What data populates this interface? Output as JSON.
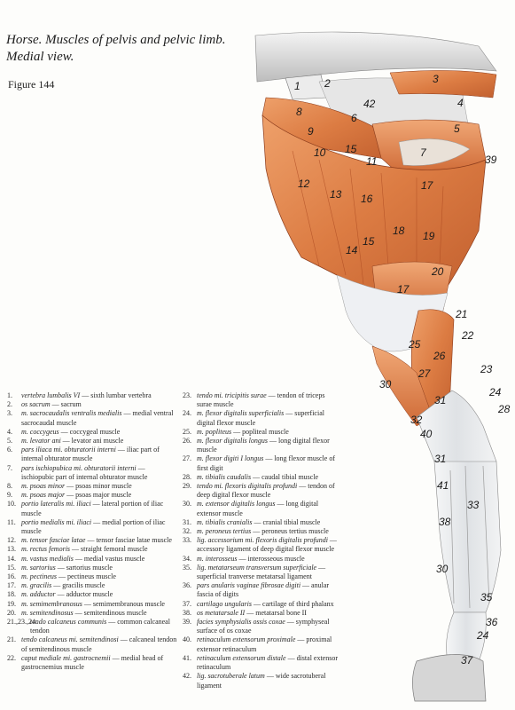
{
  "header": {
    "title_line1": "Horse. Muscles of pelvis and pelvic limb.",
    "title_line2": "Medial view.",
    "figure": "Figure 144"
  },
  "illustration": {
    "labels": [
      "1",
      "2",
      "3",
      "4",
      "42",
      "8",
      "6",
      "5",
      "9",
      "15",
      "10",
      "11",
      "7",
      "39",
      "12",
      "13",
      "16",
      "17",
      "15",
      "18",
      "19",
      "14",
      "20",
      "17",
      "21",
      "22",
      "25",
      "26",
      "23",
      "27",
      "24",
      "30",
      "31",
      "28",
      "32",
      "40",
      "31",
      "41",
      "33",
      "38",
      "30",
      "35",
      "36",
      "24",
      "37"
    ]
  },
  "legend": {
    "left": [
      {
        "num": "1.",
        "lat": "vertebra lumbalis VI",
        "en": "sixth lumbar vertebra"
      },
      {
        "num": "2.",
        "lat": "os sacrum",
        "en": "sacrum"
      },
      {
        "num": "3.",
        "lat": "m. sacrocaudalis ventralis medialis",
        "en": "medial ventral sacrocaudal muscle"
      },
      {
        "num": "4.",
        "lat": "m. coccygeus",
        "en": "coccygeal muscle"
      },
      {
        "num": "5.",
        "lat": "m. levator ani",
        "en": "levator ani muscle"
      },
      {
        "num": "6.",
        "lat": "pars iliaca mi. obturatorii interni",
        "en": "iliac part of internal obturator muscle"
      },
      {
        "num": "7.",
        "lat": "pars ischiopubica mi. obturatorii interni",
        "en": "ischiopubic part of internal obturator muscle"
      },
      {
        "num": "8.",
        "lat": "m. psoas minor",
        "en": "psoas minor muscle"
      },
      {
        "num": "9.",
        "lat": "m. psoas major",
        "en": "psoas major muscle"
      },
      {
        "num": "10.",
        "lat": "portio lateralis mi. iliaci",
        "en": "lateral portion of iliac muscle"
      },
      {
        "num": "11.",
        "lat": "portio medialis mi. iliaci",
        "en": "medial portion of iliac muscle"
      },
      {
        "num": "12.",
        "lat": "m. tensor fasciae latae",
        "en": "tensor fasciae latae muscle"
      },
      {
        "num": "13.",
        "lat": "m. rectus femoris",
        "en": "straight femoral muscle"
      },
      {
        "num": "14.",
        "lat": "m. vastus medialis",
        "en": "medial vastus muscle"
      },
      {
        "num": "15.",
        "lat": "m. sartorius",
        "en": "sartorius muscle"
      },
      {
        "num": "16.",
        "lat": "m. pectineus",
        "en": "pectineus muscle"
      },
      {
        "num": "17.",
        "lat": "m. gracilis",
        "en": "gracilis muscle"
      },
      {
        "num": "18.",
        "lat": "m. adductor",
        "en": "adductor muscle"
      },
      {
        "num": "19.",
        "lat": "m. semimembranosus",
        "en": "semimembranous muscle"
      },
      {
        "num": "20.",
        "lat": "m. semitendinosus",
        "en": "semitendinous muscle"
      },
      {
        "num": "21.,23.,24.",
        "lat": "tendo calcaneus communis",
        "en": "common calcaneal tendon"
      },
      {
        "num": "21.",
        "lat": "tendo calcaneus mi. semitendinosi",
        "en": "calcaneal tendon of semitendinous muscle"
      },
      {
        "num": "22.",
        "lat": "caput mediale mi. gastrocnemii",
        "en": "medial head of gastrocnemius muscle"
      }
    ],
    "right": [
      {
        "num": "23.",
        "lat": "tendo mi. tricipitis surae",
        "en": "tendon of triceps surae muscle"
      },
      {
        "num": "24.",
        "lat": "m. flexor digitalis superficialis",
        "en": "superficial digital flexor muscle"
      },
      {
        "num": "25.",
        "lat": "m. popliteus",
        "en": "popliteal muscle"
      },
      {
        "num": "26.",
        "lat": "m. flexor digitalis longus",
        "en": "long digital flexor muscle"
      },
      {
        "num": "27.",
        "lat": "m. flexor digiti I longus",
        "en": "long flexor muscle of first digit"
      },
      {
        "num": "28.",
        "lat": "m. tibialis caudalis",
        "en": "caudal tibial muscle"
      },
      {
        "num": "29.",
        "lat": "tendo mi. flexoris digitalis profundi",
        "en": "tendon of deep digital flexor muscle"
      },
      {
        "num": "30.",
        "lat": "m. extensor digitalis longus",
        "en": "long digital extensor muscle"
      },
      {
        "num": "31.",
        "lat": "m. tibialis cranialis",
        "en": "cranial tibial muscle"
      },
      {
        "num": "32.",
        "lat": "m. peroneus tertius",
        "en": "peroneus tertius muscle"
      },
      {
        "num": "33.",
        "lat": "lig. accessorium mi. flexoris digitalis profundi",
        "en": "accessory ligament of deep digital flexor muscle"
      },
      {
        "num": "34.",
        "lat": "m. interosseus",
        "en": "interosseous muscle"
      },
      {
        "num": "35.",
        "lat": "lig. metatarseum transversum superficiale",
        "en": "superficial tranverse metatarsal ligament"
      },
      {
        "num": "36.",
        "lat": "pars anularis vaginae fibrosae digiti",
        "en": "anular fascia of digits"
      },
      {
        "num": "37.",
        "lat": "cartilago ungularis",
        "en": "cartilage of third phalanx"
      },
      {
        "num": "38.",
        "lat": "os metatarsale II",
        "en": "metatarsal bone II"
      },
      {
        "num": "39.",
        "lat": "facies symphysialis ossis coxae",
        "en": "symphyseal surface of os coxae"
      },
      {
        "num": "40.",
        "lat": "retinaculum extensorum proximale",
        "en": "proximal extensor retinaculum"
      },
      {
        "num": "41.",
        "lat": "retinaculum extensorum distale",
        "en": "distal extensor retinaculum"
      },
      {
        "num": "42.",
        "lat": "lig. sacrotuberale latum",
        "en": "wide sacrotuberal ligament"
      }
    ]
  },
  "colors": {
    "muscle": "#e0874e",
    "muscle_dark": "#b5522a",
    "tendon": "#eef0f2",
    "bone": "#d8d8d8"
  }
}
